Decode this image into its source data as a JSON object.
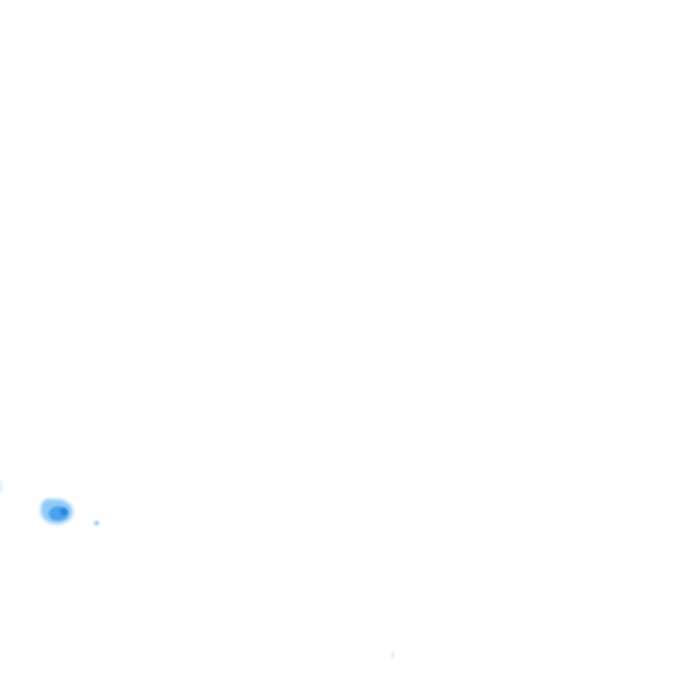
{
  "map": {
    "background_color": "#ffffff",
    "layer_type": "precipitation-radar-tile",
    "intensity_palette": {
      "light": "#cfe8ff",
      "moderate": "#8fcaf7",
      "heavy": "#4aa3ec",
      "core": "#2b83dc"
    },
    "echoes": [
      {
        "id": "left-edge-fleck",
        "intensity": "light"
      },
      {
        "id": "main-cell",
        "intensity": "heavy"
      },
      {
        "id": "small-speck",
        "intensity": "moderate"
      },
      {
        "id": "bottom-fleck",
        "intensity": "light"
      }
    ]
  }
}
